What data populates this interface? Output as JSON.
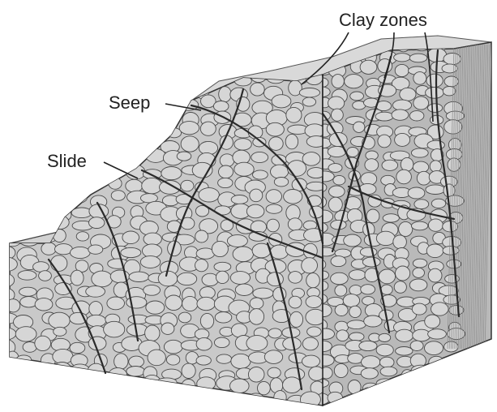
{
  "labels": {
    "clay_zones": "Clay zones",
    "seep": "Seep",
    "slide": "Slide"
  },
  "colors": {
    "front_face": "#c9c9c9",
    "side_face": "#b9b9b9",
    "top_surface": "#d9d9d9",
    "rock_fill": "#d6d6d6",
    "rock_stroke": "#4a4a4a",
    "clay_vein": "#2a2a2a",
    "base_slab": "#d2d2d2",
    "ink": "#222222"
  }
}
